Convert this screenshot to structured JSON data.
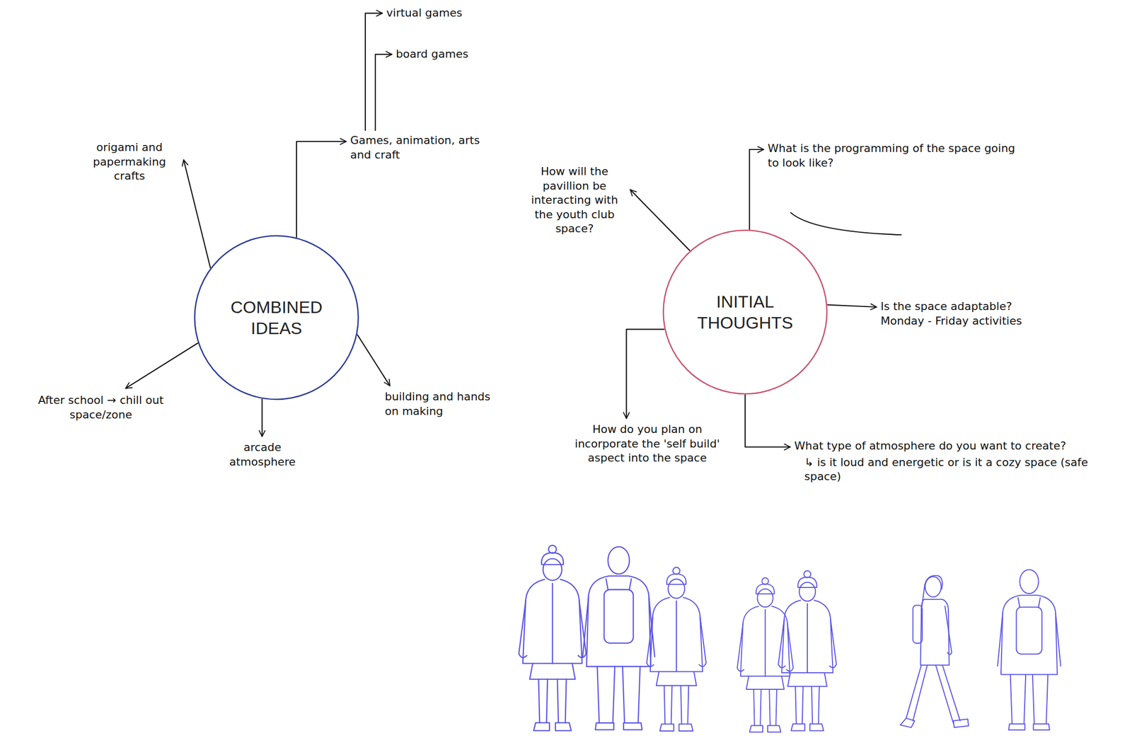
{
  "diagram": {
    "nodes": [
      {
        "text": [
          "COMBINED IDEAS"
        ]
      },
      {
        "text": [
          "Games, animation, arts and craft"
        ]
      },
      {
        "text": [
          "virtual games"
        ]
      },
      {
        "text": [
          "board games"
        ]
      },
      {
        "text": [
          "origami and papermaking crafts"
        ]
      },
      {
        "text": [
          "After school → chill out space/zone"
        ]
      },
      {
        "text": [
          "arcade atmosphere"
        ]
      },
      {
        "text": [
          "building and hands on making"
        ]
      },
      {
        "text": [
          "INITIAL THOUGHTS"
        ]
      },
      {
        "text": [
          "What is the programming of the space going to look like?"
        ]
      },
      {
        "text": [
          "How will the pavillion be interacting with the youth club space?"
        ]
      },
      {
        "text": [
          "Is the space adaptable? Monday - Friday activities"
        ]
      },
      {
        "text": [
          "How do you plan on incorporate the 'self build' aspect into the space"
        ]
      },
      {
        "text": [
          "What type of atmosphere do you want to create?",
          "↳ is it loud and energetic or is it a cozy space (safe space)"
        ]
      }
    ],
    "edges": [
      {
        "from": 0,
        "to": 1,
        "arrow": "to"
      },
      {
        "from": 1,
        "to": 2,
        "arrow": "to"
      },
      {
        "from": 1,
        "to": 3,
        "arrow": "to"
      },
      {
        "from": 0,
        "to": 4,
        "arrow": "to"
      },
      {
        "from": 0,
        "to": 5,
        "arrow": "to"
      },
      {
        "from": 0,
        "to": 6,
        "arrow": "to"
      },
      {
        "from": 0,
        "to": 7,
        "arrow": "to"
      },
      {
        "from": 8,
        "to": 9,
        "arrow": "to"
      },
      {
        "from": 8,
        "to": 10,
        "arrow": "to"
      },
      {
        "from": 8,
        "to": 11,
        "arrow": "to"
      },
      {
        "from": 8,
        "to": 12,
        "arrow": "to"
      },
      {
        "from": 8,
        "to": 13,
        "arrow": "to"
      }
    ]
  }
}
